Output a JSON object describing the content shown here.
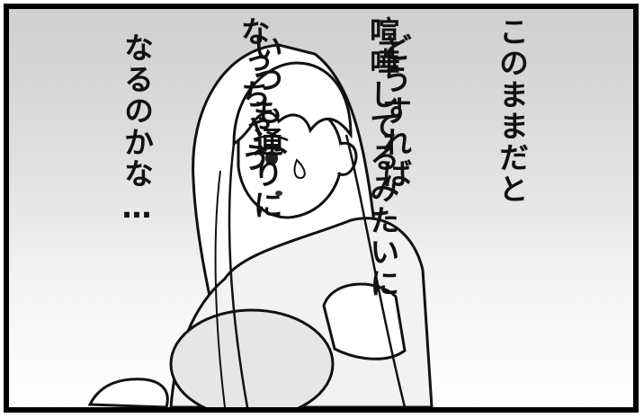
{
  "panel": {
    "speech_right": {
      "lines": [
        "このままだと",
        "喧嘩してるみたいに",
        "なっちゃう"
      ]
    },
    "speech_left": {
      "lines": [
        "どうすれば",
        "いつも通りに",
        "なるのかな…"
      ]
    }
  },
  "colors": {
    "border": "#000000",
    "background_top": "#cfcfcf",
    "background_bottom": "#ffffff",
    "ink": "#111111"
  }
}
